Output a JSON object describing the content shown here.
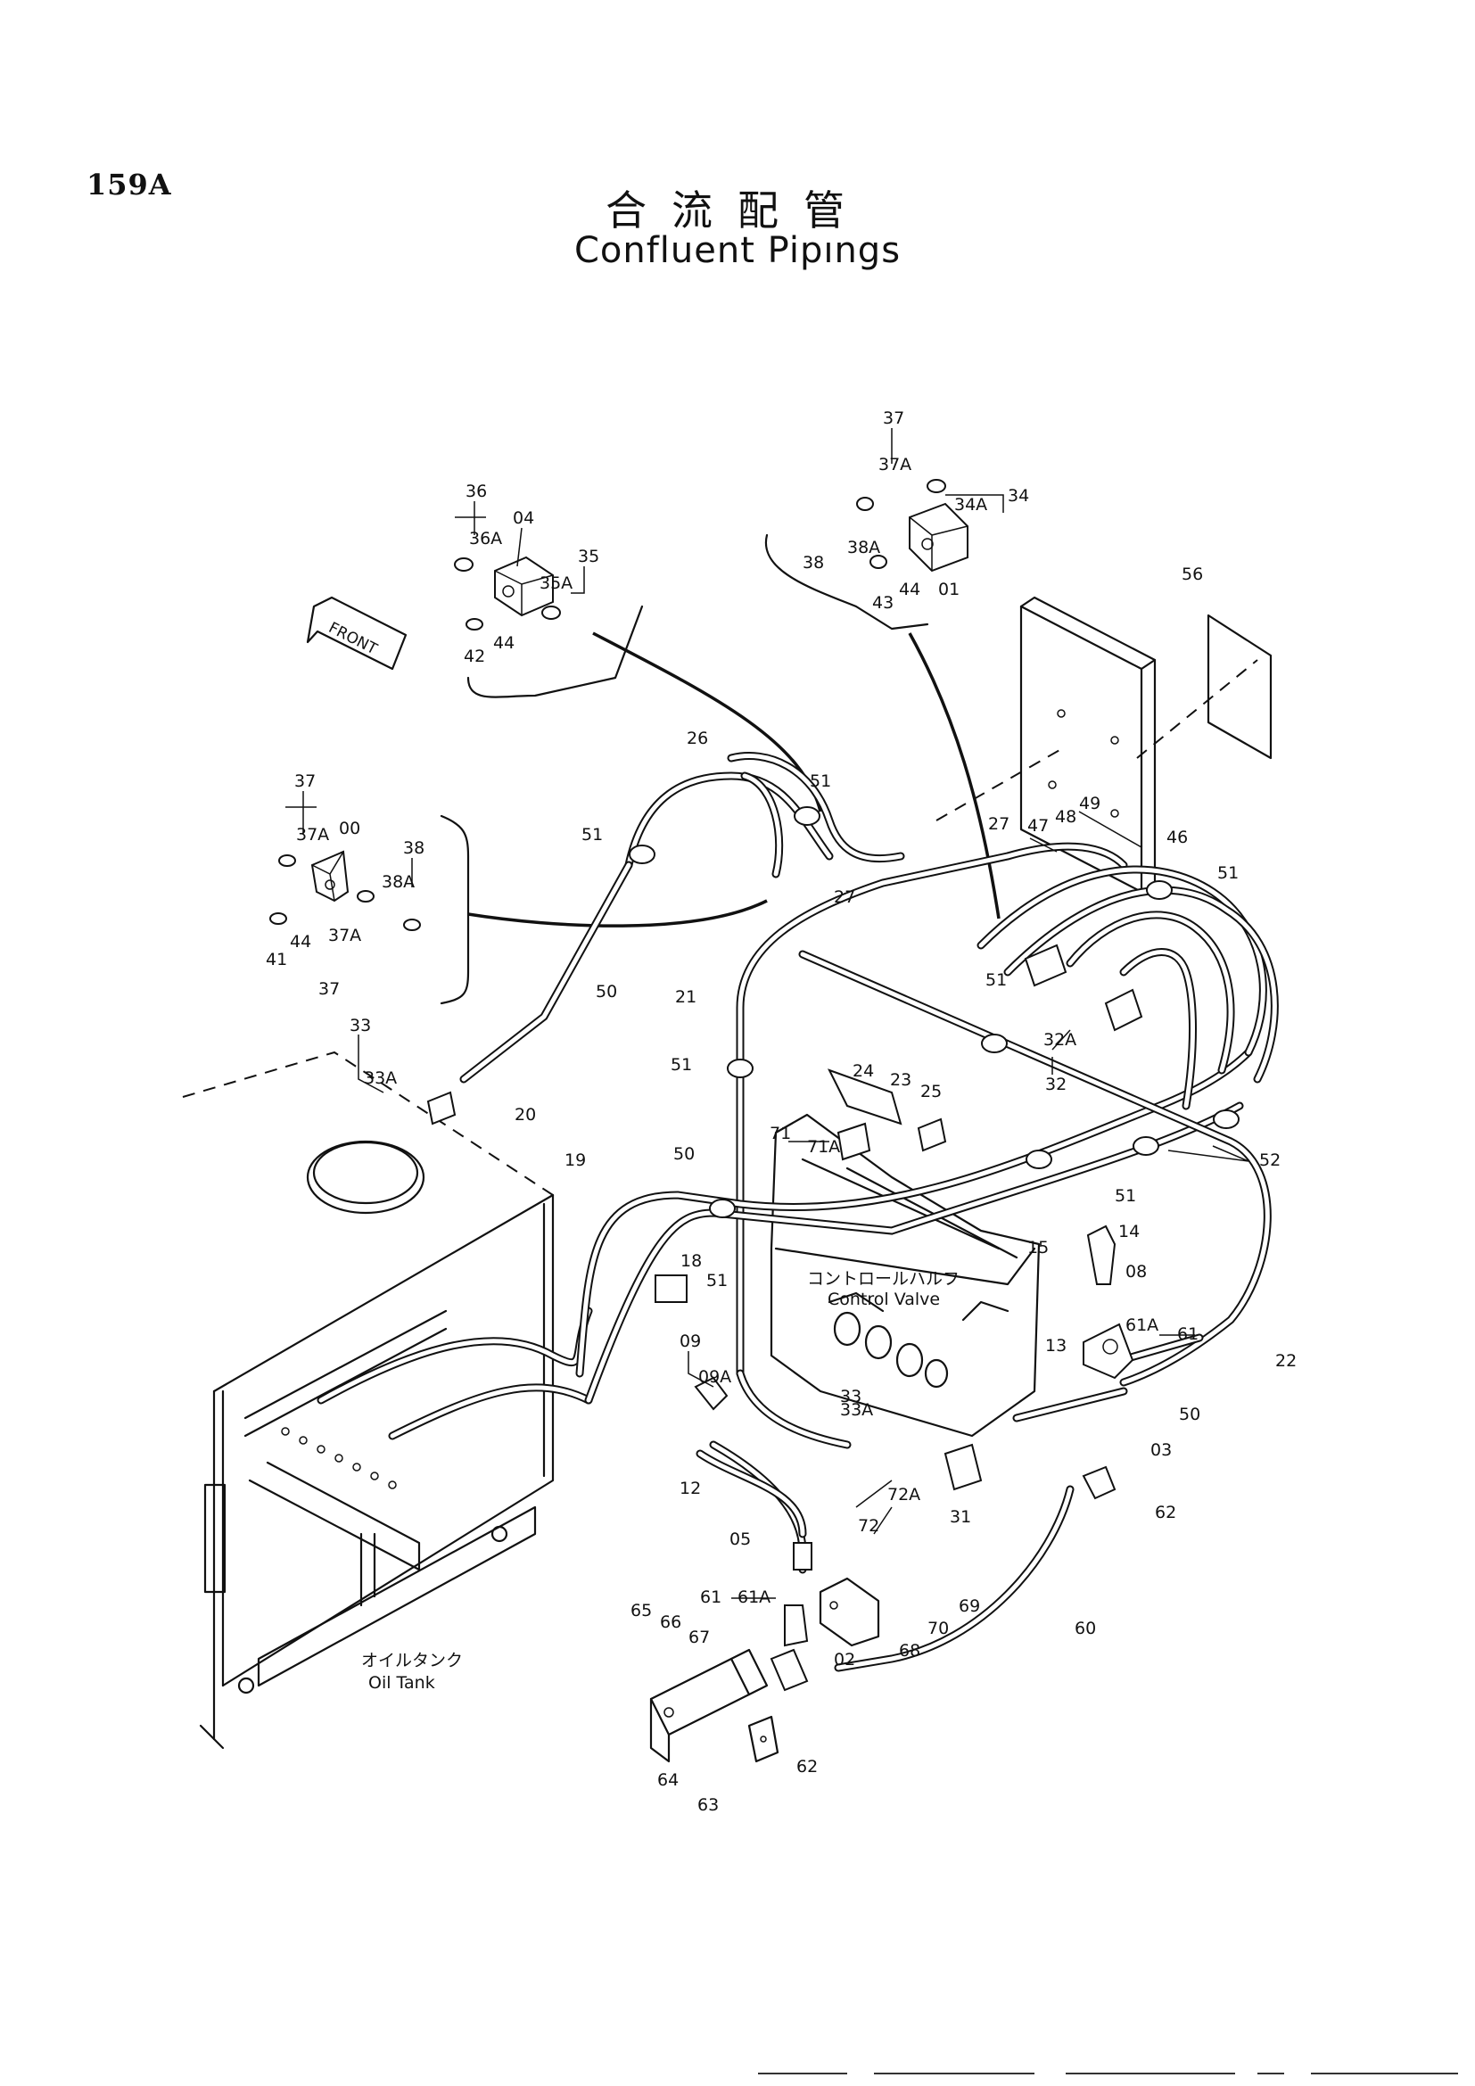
{
  "page_number": "159A",
  "title_ja": "合流配管",
  "title_en": "Confluent Pipıngs",
  "front_label": "FRONT",
  "oil_tank_ja": "オイルタンク",
  "oil_tank_en": "Oil Tank",
  "control_valve_ja": "コントロールハルフ",
  "control_valve_en": "Control Valve",
  "callouts": {
    "c36": "36",
    "c36A": "36A",
    "c04": "04",
    "c35": "35",
    "c35A": "35A",
    "c42": "42",
    "c44a": "44",
    "c37a": "37",
    "c37Aa": "37A",
    "c34": "34",
    "c34A": "34A",
    "c38a": "38",
    "c38Aa": "38A",
    "c44b": "44",
    "c01": "01",
    "c43": "43",
    "c56": "56",
    "c46": "46",
    "c47": "47",
    "c48": "48",
    "c49": "49",
    "c26": "26",
    "c51a": "51",
    "c51b": "51",
    "c27a": "27",
    "c27b": "27",
    "c37b": "37",
    "c37Ab": "37A",
    "c00": "00",
    "c38b": "38",
    "c38Ab": "38A",
    "c44c": "44",
    "c41": "41",
    "c37Ac": "37A",
    "c37c": "37",
    "c50a": "50",
    "c21": "21",
    "c51c": "51",
    "c51d": "51",
    "c32A": "32A",
    "c32": "32",
    "c33a": "33",
    "c33Aa": "33A",
    "c20": "20",
    "c51e": "51",
    "c24": "24",
    "c23": "23",
    "c25": "25",
    "c71": "71",
    "c71A": "71A",
    "c50b": "50",
    "c52": "52",
    "c51f": "51",
    "c19": "19",
    "c14": "14",
    "c15": "15",
    "c08": "08",
    "c18": "18",
    "c51g": "51",
    "c13": "13",
    "c61Aa": "61A",
    "c61a": "61",
    "c22": "22",
    "c09": "09",
    "c09A": "09A",
    "c33b": "33",
    "c33Ab": "33A",
    "c50c": "50",
    "c03": "03",
    "c12": "12",
    "c72A": "72A",
    "c72": "72",
    "c31": "31",
    "c62a": "62",
    "c05": "05",
    "c65": "65",
    "c61b": "61",
    "c61Ab": "61A",
    "c69": "69",
    "c66": "66",
    "c67": "67",
    "c70": "70",
    "c60": "60",
    "c02": "02",
    "c68": "68",
    "c64": "64",
    "c62b": "62",
    "c63": "63"
  }
}
